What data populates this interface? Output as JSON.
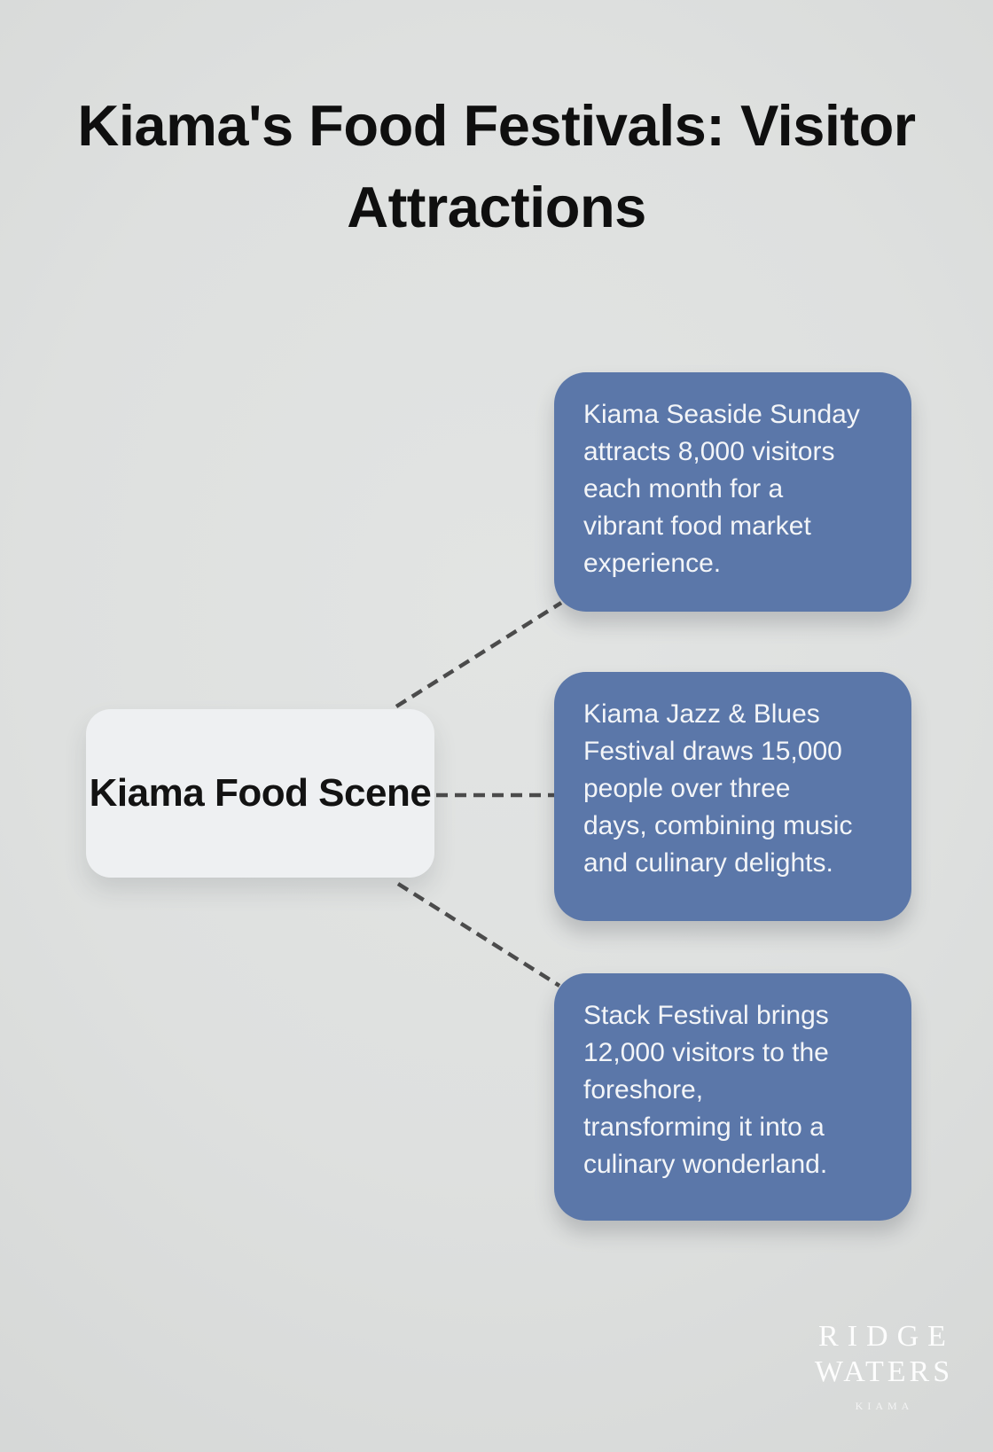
{
  "title": "Kiama's Food Festivals: Visitor Attractions",
  "title_lines": [
    "Kiama's Food Festivals: Visitor",
    "Attractions"
  ],
  "center_node": {
    "label": "Kiama Food Scene"
  },
  "branches": [
    {
      "name": "Kiama Seaside Sunday",
      "display_text": "Kiama Seaside Sunday\nattracts 8,000 visitors\neach month for a\nvibrant food market\nexperience.",
      "visitors": "8,000 visitors each month"
    },
    {
      "name": "Kiama Jazz & Blues Festival",
      "display_text": "Kiama Jazz & Blues\nFestival draws 15,000\npeople over three\ndays, combining music\nand culinary delights.",
      "visitors": "15,000 people over three days"
    },
    {
      "name": "Stack Festival",
      "display_text": "Stack Festival brings\n12,000 visitors to the\nforeshore,\ntransforming it into a\nculinary wonderland.",
      "visitors": "12,000 visitors"
    }
  ],
  "logo": {
    "line1": "RIDGE",
    "line2": "WATERS",
    "line3": "KIAMA"
  },
  "colors": {
    "background": "#dee0df",
    "card_blue": "#5b77a9",
    "card_text": "#f3f5f8",
    "center_node_bg": "#eef0f2",
    "connector": "#4b4b4b",
    "title_text": "#0f0f0f",
    "logo_text": "#ffffff"
  }
}
